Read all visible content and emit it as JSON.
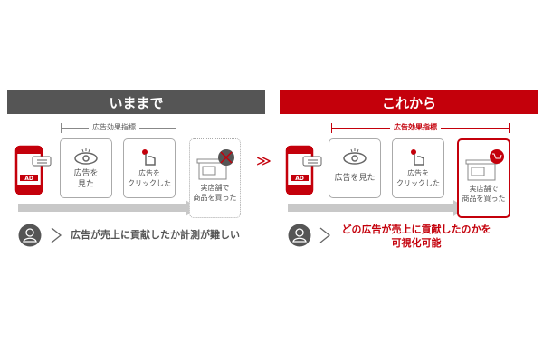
{
  "colors": {
    "red": "#c4000b",
    "dark": "#555555"
  },
  "before": {
    "title": "いままで",
    "metric_label": "広告効果指標",
    "steps": [
      "広告を\n見た",
      "広告を\nクリックした",
      "実店舗で\n商品を買った"
    ],
    "ad_label": "AD",
    "conclusion": "広告が売上に貢献したか計測が難しい"
  },
  "after": {
    "title": "これから",
    "metric_label": "広告効果指標",
    "steps": [
      "広告を見た",
      "広告を\nクリックした",
      "実店舗で\n商品を買った"
    ],
    "ad_label": "AD",
    "conclusion_line1": "どの広告が売上に貢献したのかを",
    "conclusion_line2": "可視化可能"
  },
  "transition": "≫"
}
